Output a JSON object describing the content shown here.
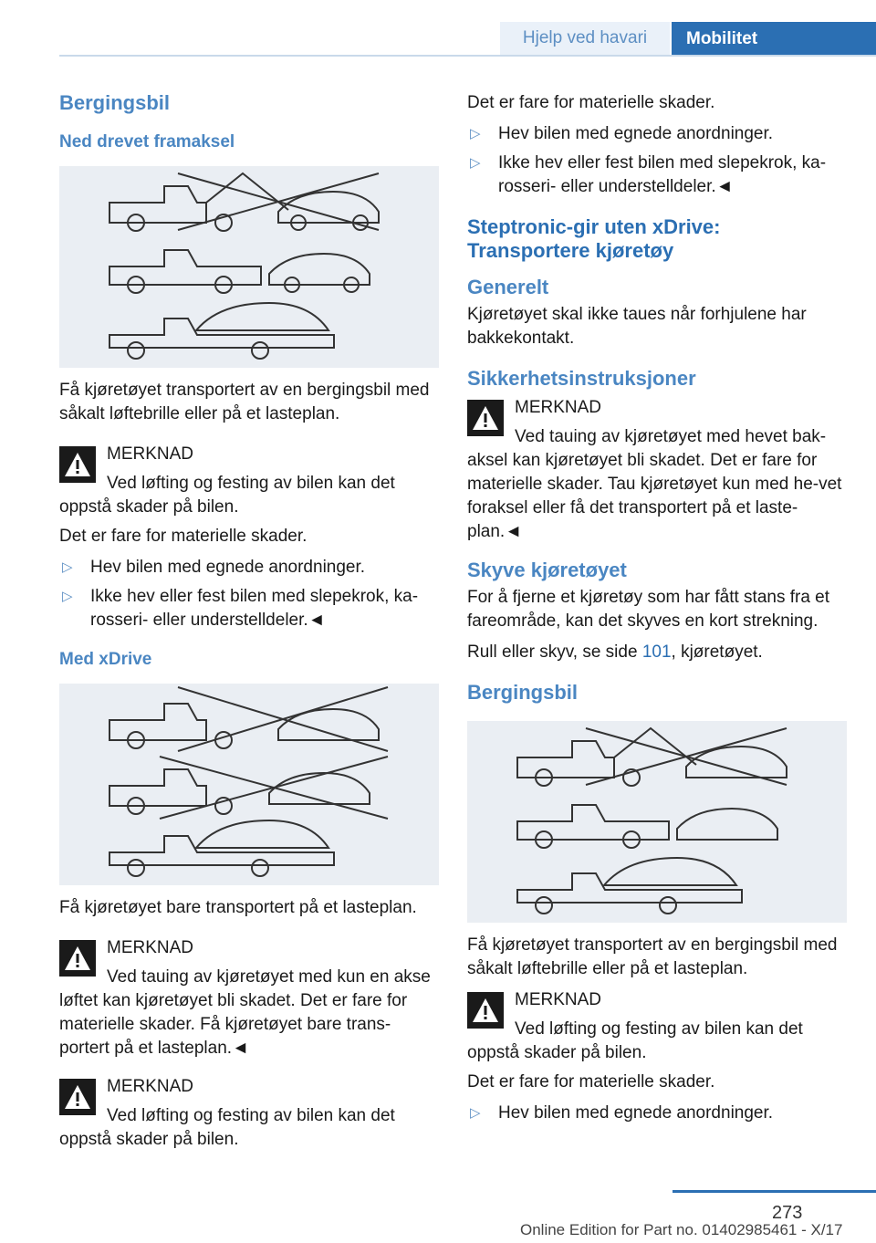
{
  "header": {
    "tab1": "Hjelp ved havari",
    "tab2": "Mobilitet"
  },
  "left": {
    "heading": "Bergingsbil",
    "sub1": "Ned drevet framaksel",
    "p1": "Få kjøretøyet transportert av en bergingsbil med såkalt løftebrille eller på et lasteplan.",
    "note1_title": "MERKNAD",
    "note1_text": "Ved løfting og festing av bilen kan det oppstå skader på bilen.",
    "p2": "Det er fare for materielle skader.",
    "bullets1": [
      "Hev bilen med egnede anordninger.",
      "Ikke hev eller fest bilen med slepekrok, ka-rosseri- eller understelldeler.◄"
    ],
    "sub2": "Med xDrive",
    "p3": "Få kjøretøyet bare transportert på et lasteplan.",
    "note2_title": "MERKNAD",
    "note2_text": "Ved tauing av kjøretøyet med kun en akse løftet kan kjøretøyet bli skadet. Det er fare for materielle skader. Få kjøretøyet bare trans-portert på et lasteplan.◄",
    "note3_title": "MERKNAD",
    "note3_text": "Ved løfting og festing av bilen kan det oppstå skader på bilen."
  },
  "right": {
    "p0": "Det er fare for materielle skader.",
    "bullets0": [
      "Hev bilen med egnede anordninger.",
      "Ikke hev eller fest bilen med slepekrok, ka-rosseri- eller understelldeler.◄"
    ],
    "heading1": "Steptronic-gir uten xDrive: Transportere kjøretøy",
    "sub_generelt": "Generelt",
    "p_generelt": "Kjøretøyet skal ikke taues når forhjulene har bakkekontakt.",
    "sub_sikker": "Sikkerhetsinstruksjoner",
    "note_title": "MERKNAD",
    "note_text": "Ved tauing av kjøretøyet med hevet bak-aksel kan kjøretøyet bli skadet. Det er fare for materielle skader. Tau kjøretøyet kun med he-vet foraksel eller få det transportert på et laste-plan.◄",
    "sub_skyve": "Skyve kjøretøyet",
    "p_skyve": "For å fjerne et kjøretøy som har fått stans fra et fareområde, kan det skyves en kort strekning.",
    "p_rull_pre": "Rull eller skyv, se side ",
    "p_rull_link": "101",
    "p_rull_post": ", kjøretøyet.",
    "heading2": "Bergingsbil",
    "p_berg": "Få kjøretøyet transportert av en bergingsbil med såkalt løftebrille eller på et lasteplan.",
    "note2_title": "MERKNAD",
    "note2_text": "Ved løfting og festing av bilen kan det oppstå skader på bilen.",
    "p_fare": "Det er fare for materielle skader.",
    "bullets2": [
      "Hev bilen med egnede anordninger."
    ]
  },
  "footer": {
    "page": "273",
    "edition": "Online Edition for Part no. 01402985461 - X/17"
  }
}
